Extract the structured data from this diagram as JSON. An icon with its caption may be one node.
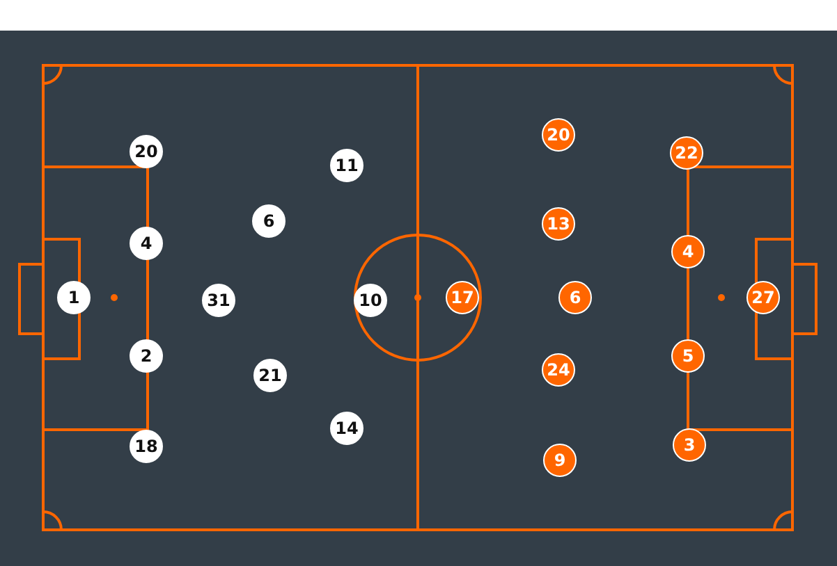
{
  "diagram": {
    "nodes": [
      {
        "text": [
          "1"
        ]
      },
      {
        "text": [
          "20"
        ]
      },
      {
        "text": [
          "4"
        ]
      },
      {
        "text": [
          "2"
        ]
      },
      {
        "text": [
          "18"
        ]
      },
      {
        "text": [
          "31"
        ]
      },
      {
        "text": [
          "6"
        ]
      },
      {
        "text": [
          "21"
        ]
      },
      {
        "text": [
          "11"
        ]
      },
      {
        "text": [
          "10"
        ]
      },
      {
        "text": [
          "14"
        ]
      },
      {
        "text": [
          "17"
        ]
      },
      {
        "text": [
          "20"
        ]
      },
      {
        "text": [
          "13"
        ]
      },
      {
        "text": [
          "6"
        ]
      },
      {
        "text": [
          "24"
        ]
      },
      {
        "text": [
          "9"
        ]
      },
      {
        "text": [
          "22"
        ]
      },
      {
        "text": [
          "4"
        ]
      },
      {
        "text": [
          "5"
        ]
      },
      {
        "text": [
          "3"
        ]
      },
      {
        "text": [
          "27"
        ]
      }
    ]
  }
}
